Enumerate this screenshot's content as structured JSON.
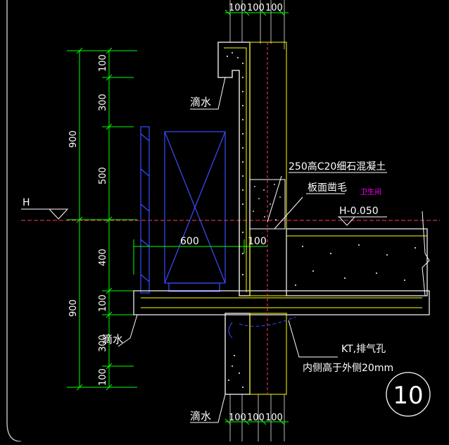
{
  "colors": {
    "background": "#000000",
    "green": "#00ff00",
    "yellow": "#ffff00",
    "white": "#ffffff",
    "blue": "#3a4cff",
    "magenta": "#ff00ff",
    "red_dash": "#ff3a5a",
    "cyan": "#00e5ff",
    "grey": "#b9b9b9"
  },
  "top_dims": [
    "100",
    "100",
    "100"
  ],
  "bottom_dims": [
    "100",
    "100",
    "100"
  ],
  "left_chain_upper": [
    "100",
    "300",
    "500"
  ],
  "left_chain_lower": [
    "400",
    "100",
    "300",
    "100"
  ],
  "left_totals": [
    "900",
    "900"
  ],
  "h_mark": "H",
  "labels": {
    "drip_top": "滴水",
    "drip_mid": "滴水",
    "drip_bottom": "滴水",
    "concrete": "250高C20细石混凝土",
    "plaster": "板面凿毛",
    "room": "卫生间",
    "level": "H-0.050",
    "width_600": "600",
    "width_100": "100",
    "vent_1": "KT,排气孔",
    "vent_2": "内侧高于外侧20mm",
    "detail_no": "10"
  }
}
